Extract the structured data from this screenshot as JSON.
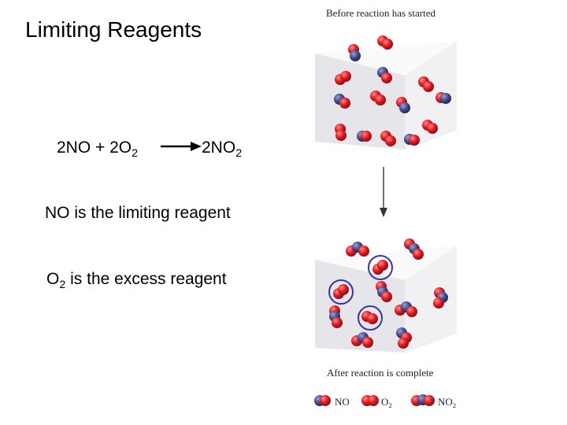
{
  "title": "Limiting Reagents",
  "equation": {
    "left": {
      "coef": "2NO + 2O",
      "sub": "2"
    },
    "right": {
      "coef": "2NO",
      "sub": "2"
    }
  },
  "statements": {
    "limiting": "NO is the limiting reagent",
    "excess": {
      "prefix": "O",
      "sub": "2",
      "rest": " is the excess reagent"
    }
  },
  "figure": {
    "before_caption": "Before reaction has started",
    "after_caption": "After reaction is complete",
    "legend": [
      {
        "label": "NO",
        "sub": ""
      },
      {
        "label": "O",
        "sub": "2"
      },
      {
        "label": "NO",
        "sub": "2"
      }
    ]
  },
  "colors": {
    "oxygen": "#d8141c",
    "nitrogen": "#3d4a86",
    "circle": "#3535a8",
    "box": "#ececf0"
  }
}
